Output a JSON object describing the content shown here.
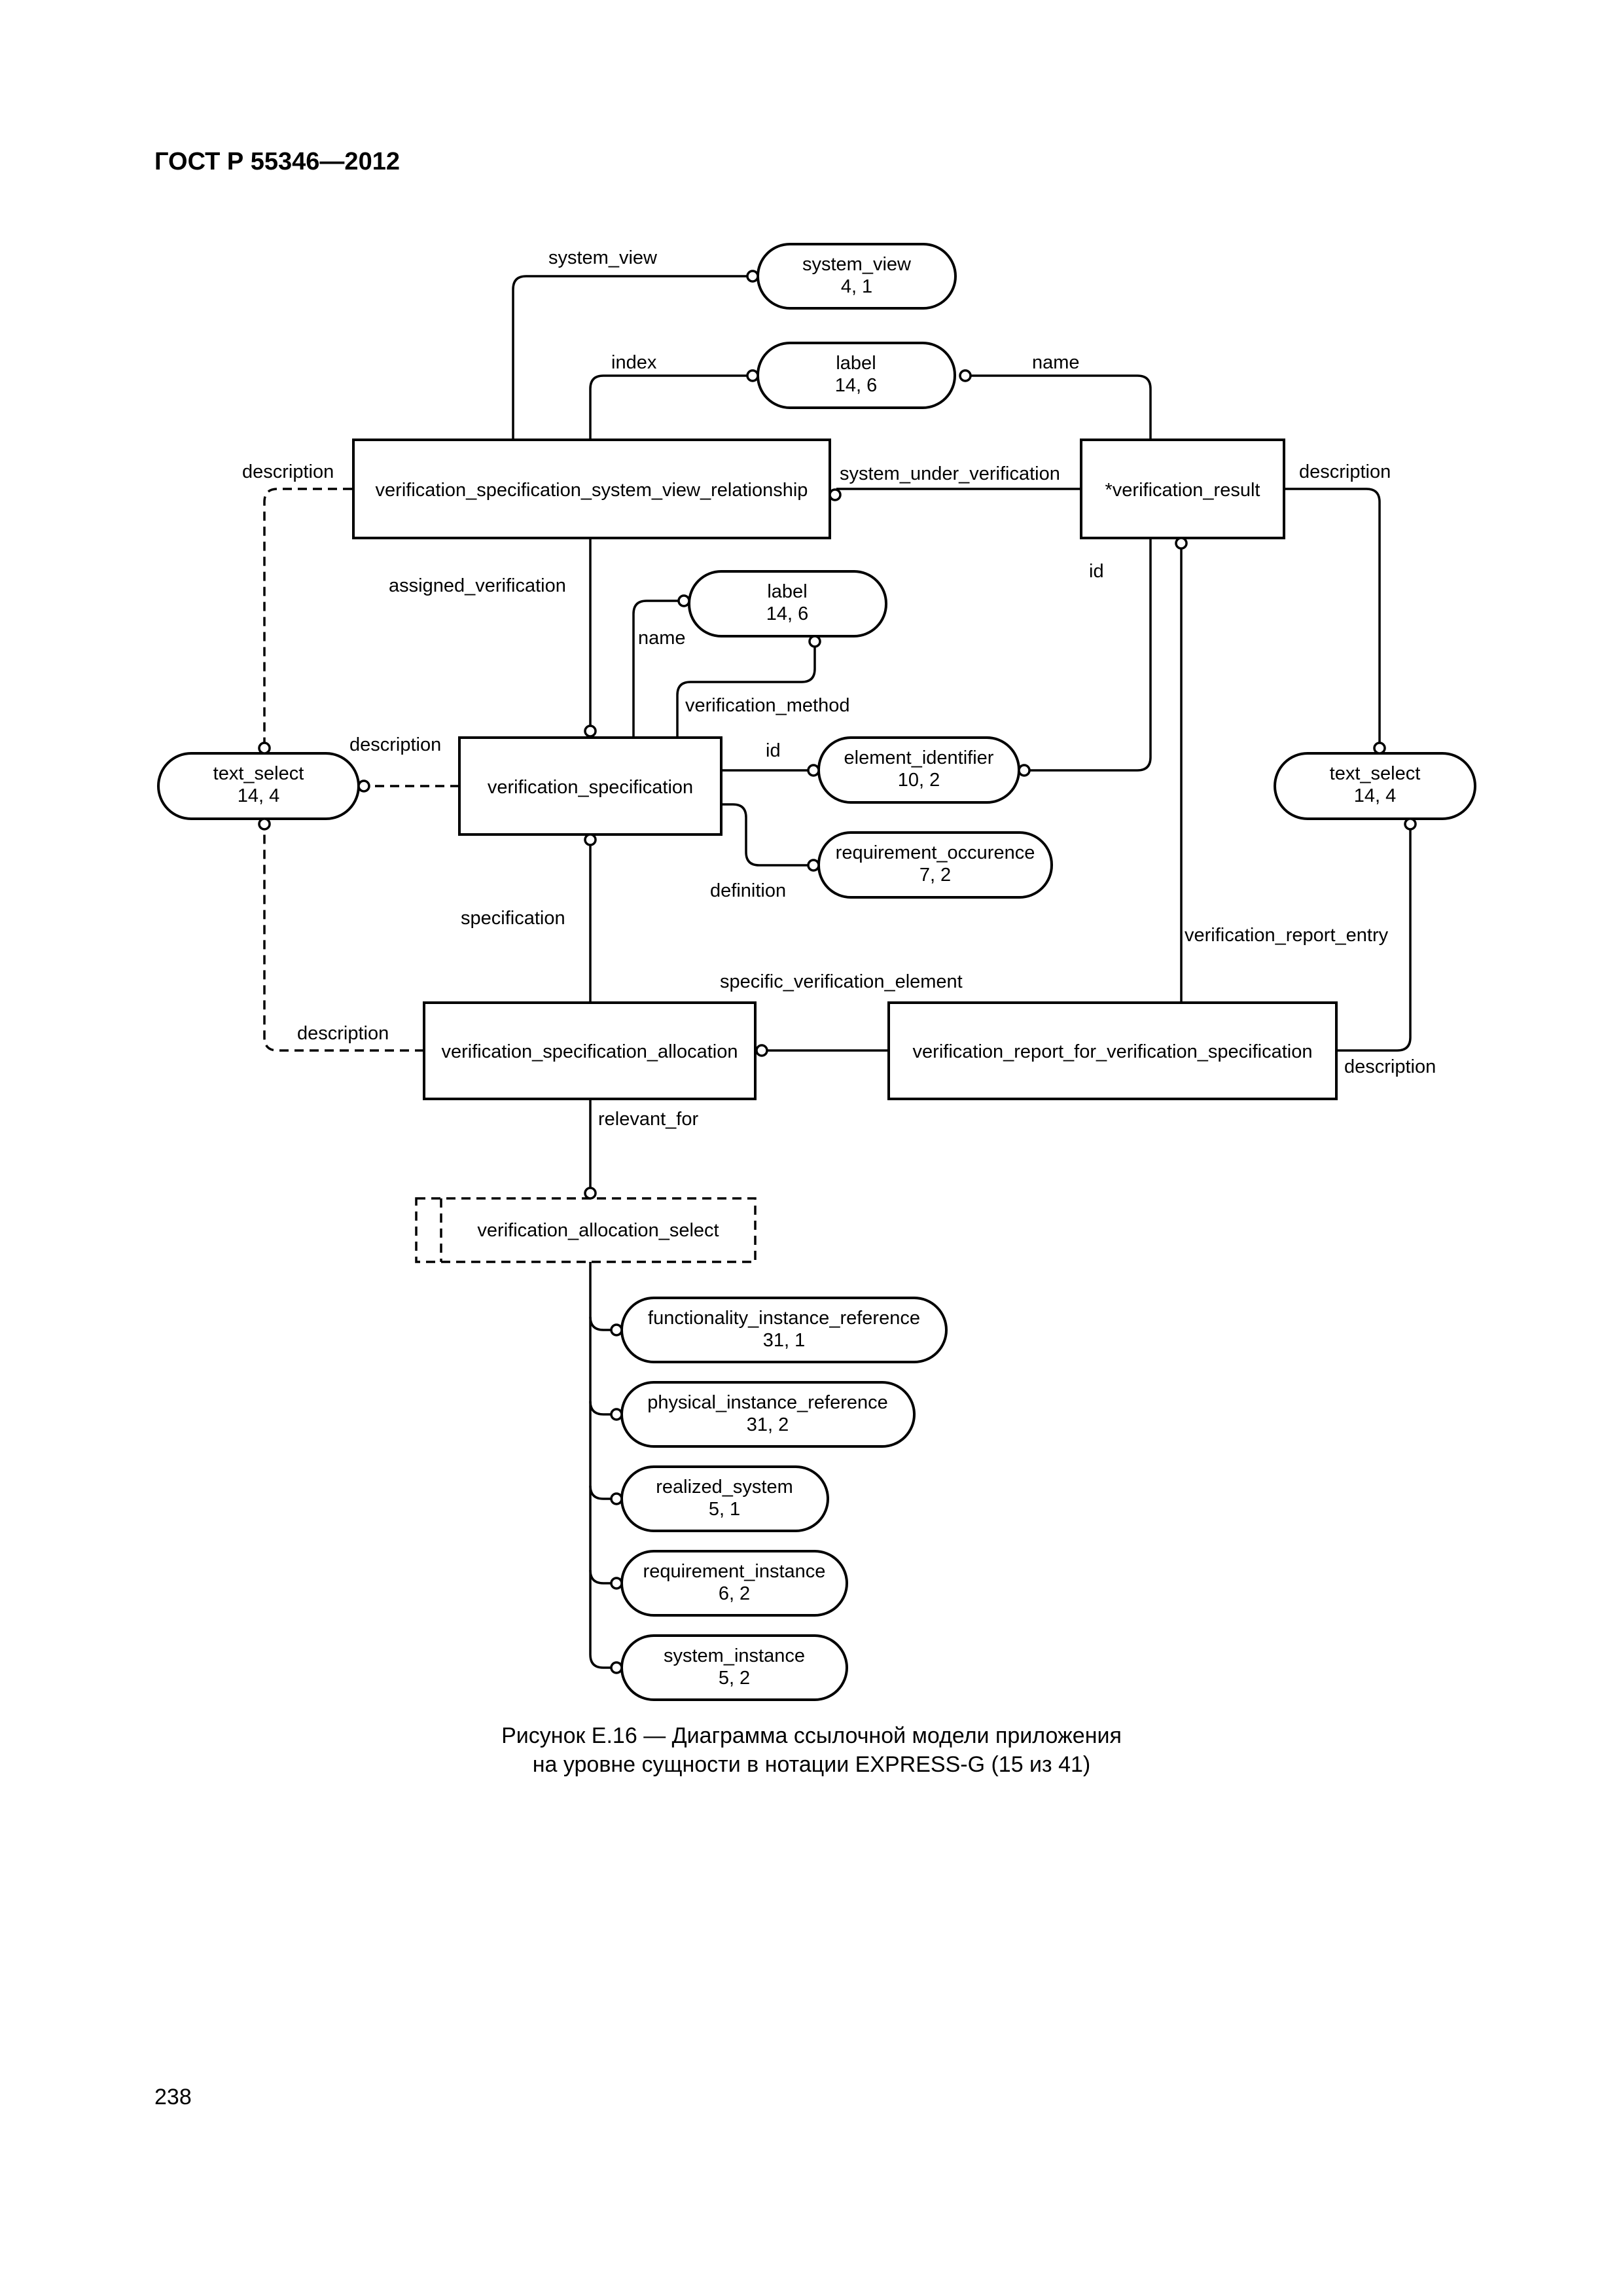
{
  "page": {
    "header": "ГОСТ Р 55346—2012",
    "page_number": "238",
    "caption_line1": "Рисунок Е.16 — Диаграмма ссылочной модели приложения",
    "caption_line2": "на уровне сущности в нотации EXPRESS-G (15 из 41)"
  },
  "entities": {
    "vssvr": "verification_specification_system_view_relationship",
    "vresult": "*verification_result",
    "vspec": "verification_specification",
    "vsalloc": "verification_specification_allocation",
    "vrfvs": "verification_report_for_verification_specification",
    "valsel": "verification_allocation_select"
  },
  "refs": {
    "system_view": {
      "name": "system_view",
      "ref": "4, 1"
    },
    "label_top": {
      "name": "label",
      "ref": "14, 6"
    },
    "label_mid": {
      "name": "label",
      "ref": "14, 6"
    },
    "element_identifier": {
      "name": "element_identifier",
      "ref": "10, 2"
    },
    "requirement_occurence": {
      "name": "requirement_occurence",
      "ref": "7, 2"
    },
    "text_select_left": {
      "name": "text_select",
      "ref": "14, 4"
    },
    "text_select_right": {
      "name": "text_select",
      "ref": "14, 4"
    },
    "functionality_instance_reference": {
      "name": "functionality_instance_reference",
      "ref": "31, 1"
    },
    "physical_instance_reference": {
      "name": "physical_instance_reference",
      "ref": "31, 2"
    },
    "realized_system": {
      "name": "realized_system",
      "ref": "5, 1"
    },
    "requirement_instance": {
      "name": "requirement_instance",
      "ref": "6, 2"
    },
    "system_instance": {
      "name": "system_instance",
      "ref": "5, 2"
    }
  },
  "labels": {
    "system_view": "system_view",
    "index": "index",
    "name_top": "name",
    "description_vssvr": "description",
    "system_under_verification": "system_under_verification",
    "description_vresult": "description",
    "assigned_verification": "assigned_verification",
    "id_vresult": "id",
    "name_vspec": "name",
    "verification_method": "verification_method",
    "description_vspec": "description",
    "id_vspec": "id",
    "definition": "definition",
    "specification": "specification",
    "verification_report_entry": "verification_report_entry",
    "specific_verification_element": "specific_verification_element",
    "description_vsalloc": "description",
    "description_vrfvs": "description",
    "relevant_for": "relevant_for"
  }
}
